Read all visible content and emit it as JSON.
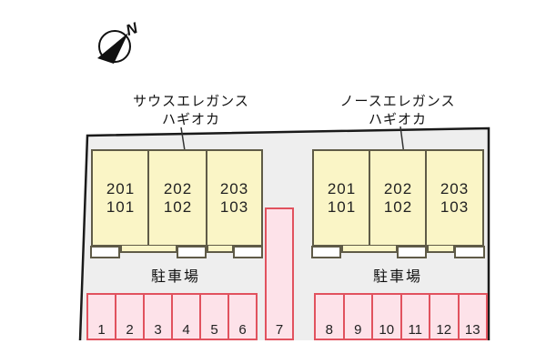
{
  "compass": {
    "north_label": "N"
  },
  "buildings": [
    {
      "id": "south",
      "name_line1": "サウスエレガンス",
      "name_line2": "ハギオカ",
      "units": [
        {
          "upper": "201",
          "lower": "101"
        },
        {
          "upper": "202",
          "lower": "102"
        },
        {
          "upper": "203",
          "lower": "103"
        }
      ],
      "parking_label": "駐車場"
    },
    {
      "id": "north",
      "name_line1": "ノースエレガンス",
      "name_line2": "ハギオカ",
      "units": [
        {
          "upper": "201",
          "lower": "101"
        },
        {
          "upper": "202",
          "lower": "102"
        },
        {
          "upper": "203",
          "lower": "103"
        }
      ],
      "parking_label": "駐車場"
    }
  ],
  "parking_spaces": {
    "left_row": [
      "1",
      "2",
      "3",
      "4",
      "5",
      "6"
    ],
    "center_space": "7",
    "right_row": [
      "8",
      "9",
      "10",
      "11",
      "12",
      "13"
    ]
  },
  "colors": {
    "site_fill": "#eeeeee",
    "site_border": "#1a1a1a",
    "building_fill": "#faf5c6",
    "building_border": "#5f5b47",
    "parking_fill": "#fde2e9",
    "parking_border": "#e1525e"
  }
}
